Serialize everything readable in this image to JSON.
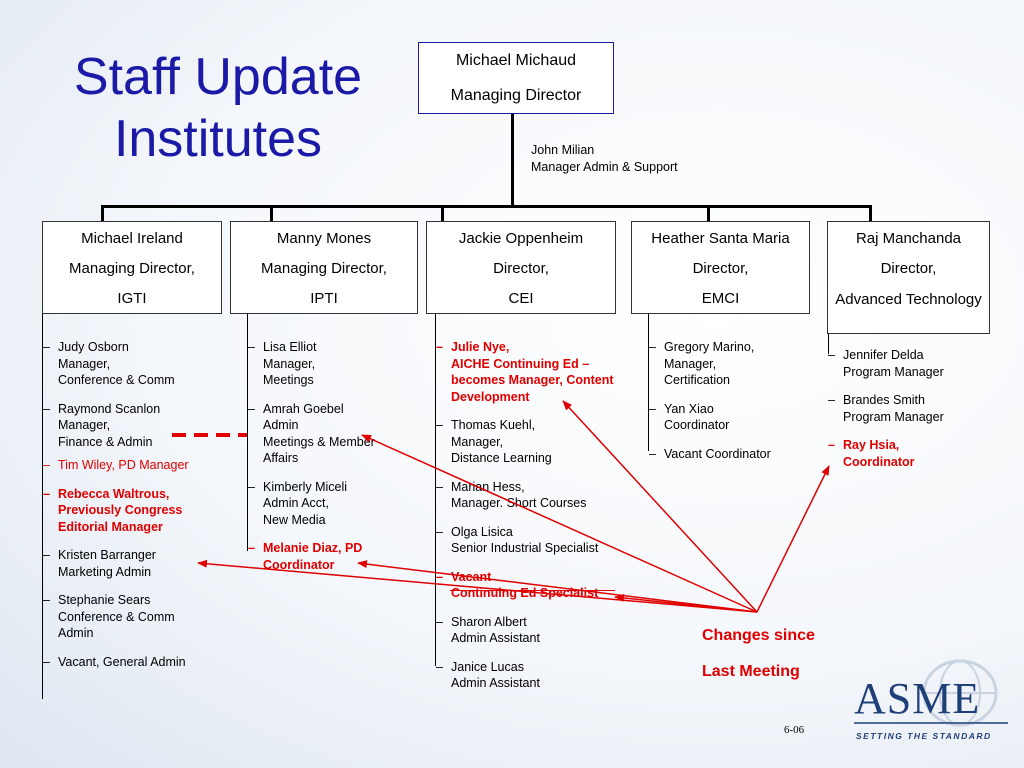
{
  "title": "Staff Update\nInstitutes",
  "top": {
    "name": "Michael Michaud",
    "role": "Managing Director"
  },
  "support": "John Milian\nManager Admin & Support",
  "directors": [
    {
      "name": "Michael Ireland",
      "role": "Managing Director,",
      "unit": "IGTI"
    },
    {
      "name": "Manny Mones",
      "role": "Managing Director,",
      "unit": "IPTI"
    },
    {
      "name": "Jackie Oppenheim",
      "role": "Director,",
      "unit": "CEI"
    },
    {
      "name": "Heather Santa Maria",
      "role": "Director,",
      "unit": "EMCI"
    },
    {
      "name": "Raj Manchanda",
      "role": "Director,",
      "unit": "Advanced Technology"
    }
  ],
  "staff": [
    [
      "Judy Osborn\nManager,\nConference & Comm",
      "Raymond Scanlon\nManager,\nFinance & Admin",
      "Tim Wiley, PD Manager",
      "Rebecca Waltrous,\nPreviously  Congress\nEditorial Manager",
      "Kristen Barranger\nMarketing Admin",
      "Stephanie Sears\nConference & Comm\nAdmin",
      "Vacant, General Admin"
    ],
    [
      "Lisa Elliot\nManager,\nMeetings",
      "Amrah Goebel\nAdmin\nMeetings & Member\nAffairs",
      "Kimberly Miceli\nAdmin Acct,\nNew Media",
      "Melanie Diaz, PD\nCoordinator"
    ],
    [
      "Julie Nye,\nAICHE Continuing Ed –\nbecomes Manager, Content\nDevelopment",
      "Thomas Kuehl,\nManager,\nDistance Learning",
      "Marian Hess,\nManager. Short Courses",
      "Olga Lisica\nSenior Industrial Specialist",
      "Vacant\nContinuing Ed Specialist",
      "Sharon Albert\nAdmin Assistant",
      "Janice Lucas\nAdmin Assistant"
    ],
    [
      "Gregory Marino,\nManager,\nCertification",
      "Yan Xiao\nCoordinator",
      "Vacant Coordinator"
    ],
    [
      "Jennifer Delda\nProgram Manager",
      "Brandes Smith\nProgram Manager",
      "Ray Hsia,\nCoordinator"
    ]
  ],
  "changes": "Changes since\nLast Meeting",
  "page_number": "6-06",
  "logo": {
    "text": "ASME",
    "tagline": "SETTING THE STANDARD"
  },
  "colors": {
    "title": "#1a1aa6",
    "highlight": "#e00000",
    "logo": "#1f3f78"
  }
}
